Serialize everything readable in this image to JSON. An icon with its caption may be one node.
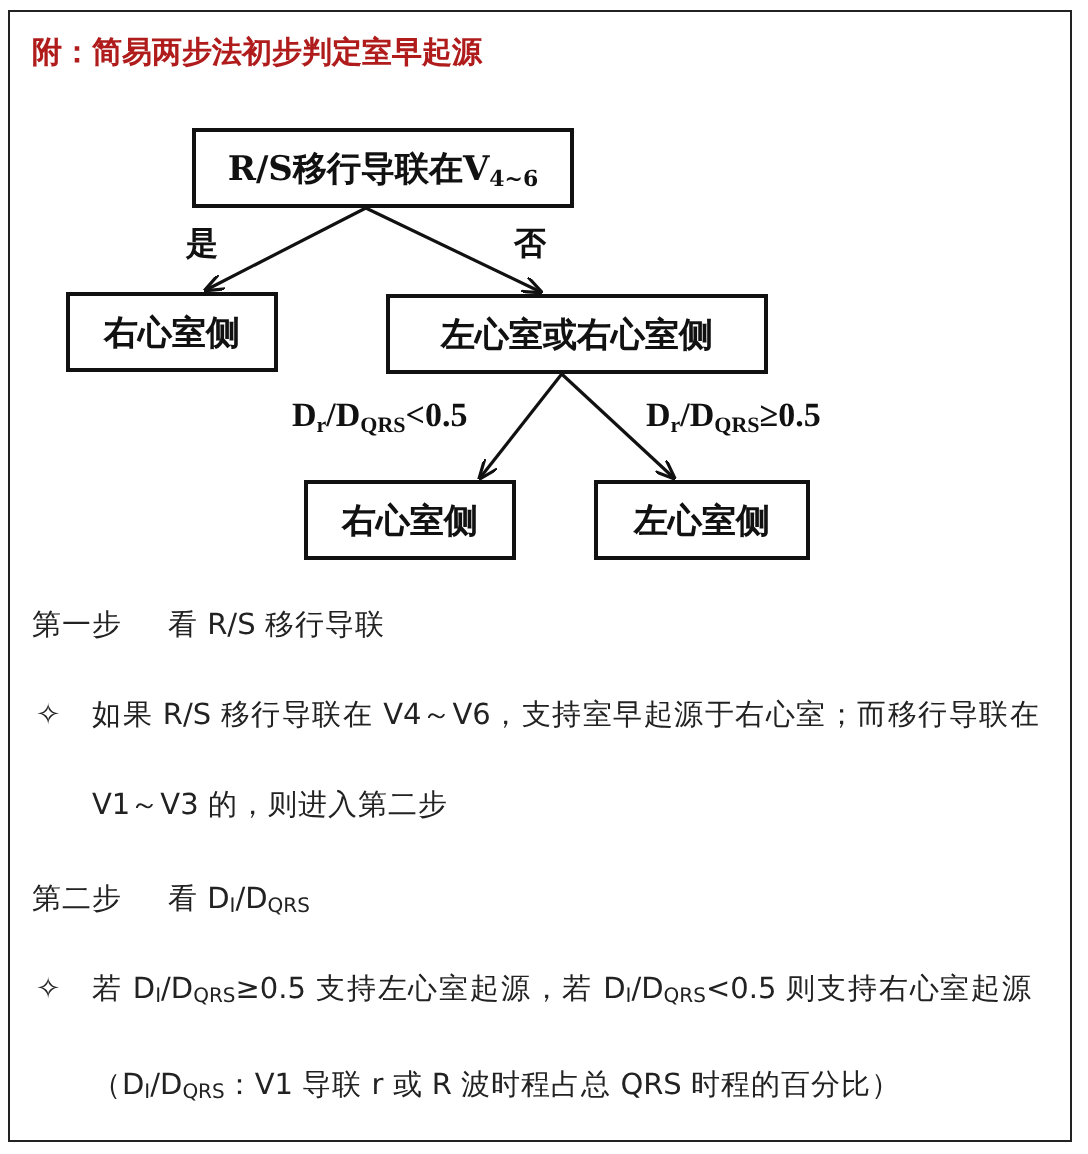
{
  "diagram": {
    "title": "附：简易两步法初步判定室早起源",
    "nodes": [
      {
        "text": [
          "R/S移行导联在V$_{4~6}$"
        ]
      },
      {
        "text": [
          "右心室侧"
        ]
      },
      {
        "text": [
          "左心室或右心室侧"
        ]
      },
      {
        "text": [
          "右心室侧"
        ]
      },
      {
        "text": [
          "左心室侧"
        ]
      }
    ],
    "edges": [
      {
        "from": 0,
        "to": 1,
        "arrow": "to",
        "label": "是"
      },
      {
        "from": 0,
        "to": 2,
        "arrow": "to",
        "label": "否"
      },
      {
        "from": 2,
        "to": 3,
        "arrow": "to",
        "label": "D$_{r}$/D$_{QRS}$<0.5"
      },
      {
        "from": 2,
        "to": 4,
        "arrow": "to",
        "label": "D$_{r}$/D$_{QRS}$≥0.5"
      }
    ],
    "labels": [
      "第一步",
      "看 R/S 移行导联",
      "✧",
      "如果 R/S 移行导联在 V4～V6，支持室早起源于右心室；而移行导联在 V1～V3 的，则进入第二步",
      "第二步",
      "看 D$_{I}$/D$_{QRS}$",
      "✧",
      "若 D$_{I}$/D$_{QRS}$≥0.5 支持左心室起源，若 D$_{I}$/D$_{QRS}$<0.5 则支持右心室起源（D$_{I}$/D$_{QRS}$：V1 导联 r 或 R 波时程占总 QRS 时程的百分比）"
    ]
  }
}
